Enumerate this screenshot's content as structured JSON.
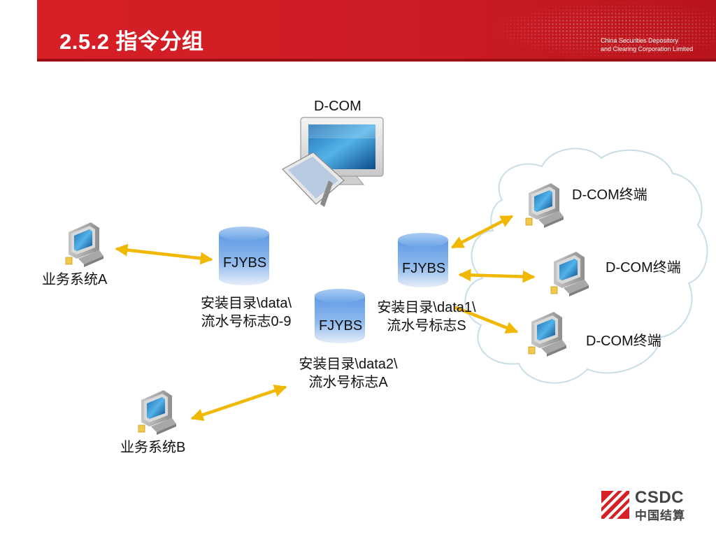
{
  "slide": {
    "title": "2.5.2 指令分组",
    "org_line1": "China Securities Depository",
    "org_line2": "and Clearing Corporation Limited"
  },
  "diagram": {
    "server_label": "D-COM",
    "business_a": "业务系统A",
    "business_b": "业务系统B",
    "db_left": {
      "label": "FJYBS",
      "path": "安装目录\\data\\",
      "serial": "流水号标志0-9"
    },
    "db_middle": {
      "label": "FJYBS",
      "path": "安装目录\\data2\\",
      "serial": "流水号标志A"
    },
    "db_right": {
      "label": "FJYBS",
      "path": "安装目录\\data1\\",
      "serial": "流水号标志S"
    },
    "terminals": [
      "D-COM终端",
      "D-COM终端",
      "D-COM终端"
    ]
  },
  "logo": {
    "abbr": "CSDC",
    "chinese": "中国结算"
  },
  "colors": {
    "header_red": "#d71f26",
    "arrow": "#f0b800",
    "db_top": "#7fb6ec",
    "db_body": "#4f8fe0",
    "cloud_stroke": "#c9dde6"
  }
}
